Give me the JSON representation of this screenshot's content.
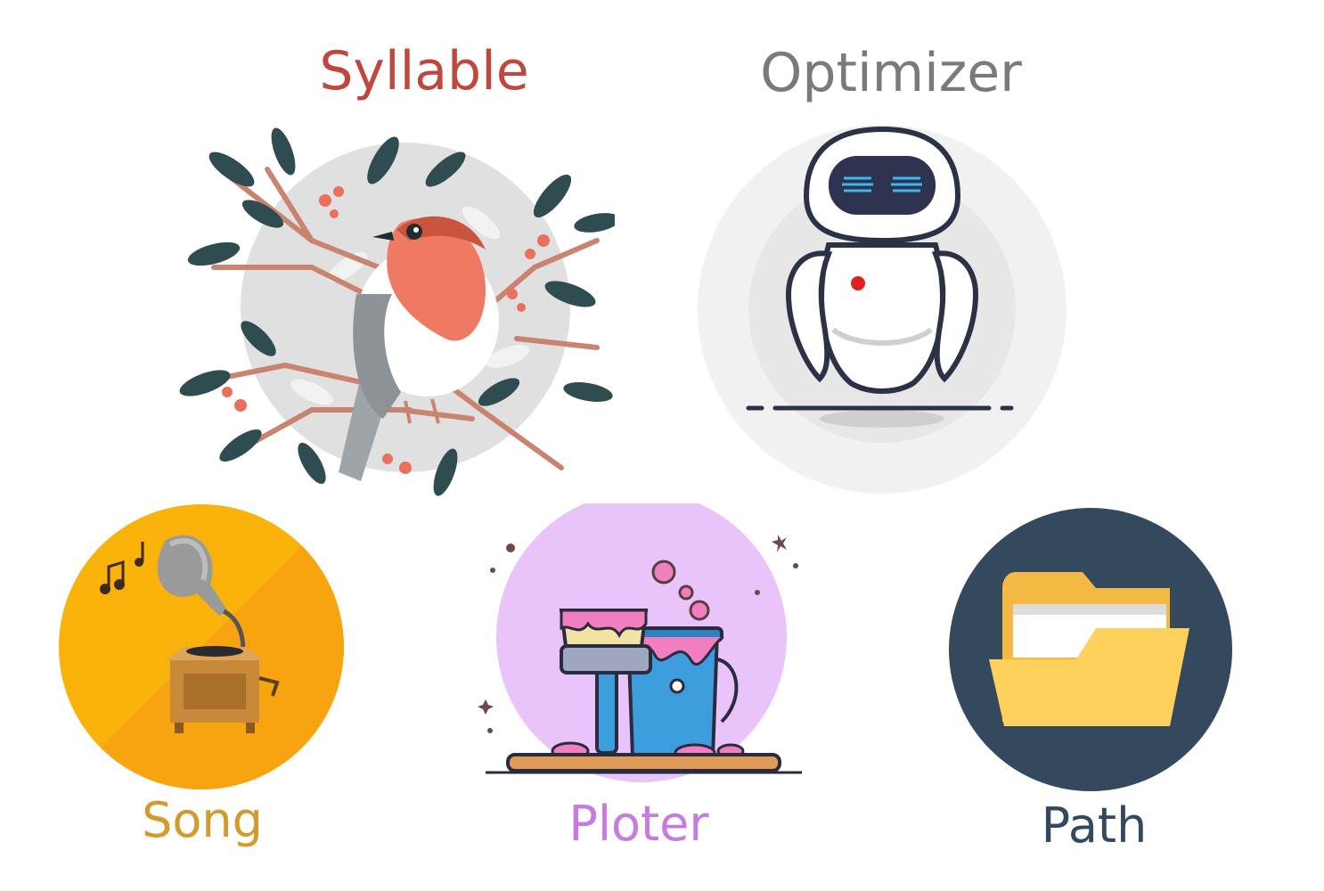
{
  "items": {
    "syllable": {
      "label": "Syllable",
      "color": "#c0473d",
      "icon": "robin-bird-icon"
    },
    "optimizer": {
      "label": "Optimizer",
      "color": "#7a7a7a",
      "icon": "robot-icon"
    },
    "song": {
      "label": "Song",
      "color": "#d49a2e",
      "icon": "gramophone-icon"
    },
    "ploter": {
      "label": "Ploter",
      "color": "#c77be0",
      "icon": "paint-bucket-brush-icon"
    },
    "path": {
      "label": "Path",
      "color": "#34495e",
      "icon": "folder-icon"
    }
  }
}
